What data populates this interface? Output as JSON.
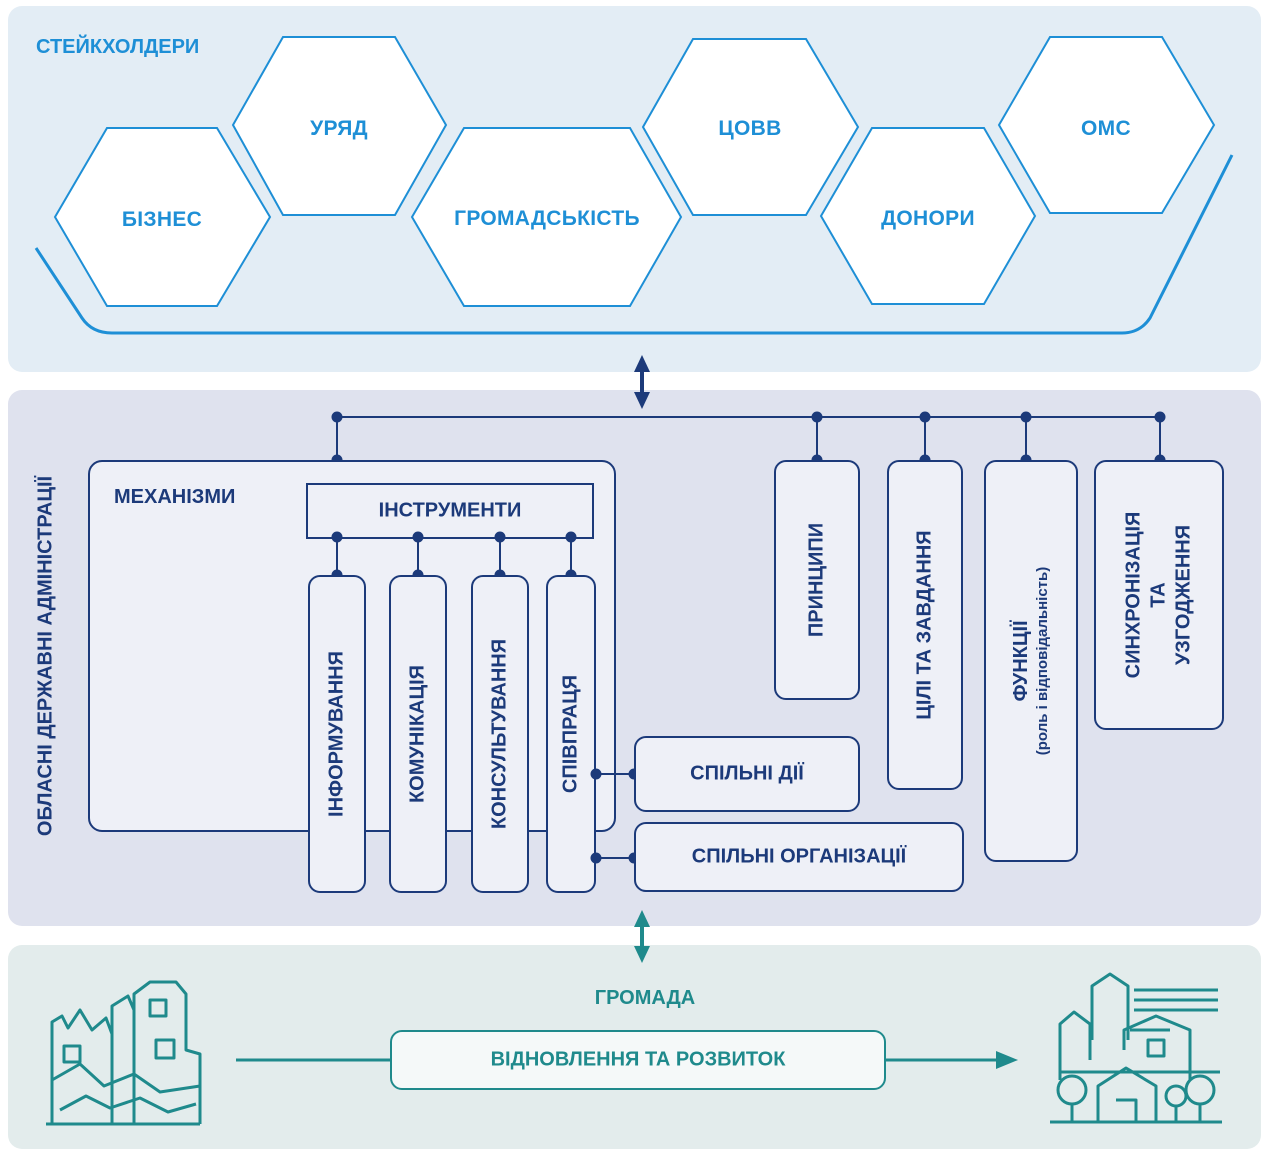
{
  "stakeholders": {
    "title": "СТЕЙКХОЛДЕРИ",
    "items": [
      "БІЗНЕС",
      "УРЯД",
      "ГРОМАДСЬКІСТЬ",
      "ЦОВВ",
      "ДОНОРИ",
      "ОМС"
    ]
  },
  "administration": {
    "side_label": "ОБЛАСНІ ДЕРЖАВНІ АДМІНІСТРАЦІЇ",
    "mechanisms": {
      "title": "МЕХАНІЗМИ",
      "tools_label": "ІНСТРУМЕНТИ",
      "tools": [
        "ІНФОРМУВАННЯ",
        "КОМУНІКАЦІЯ",
        "КОНСУЛЬТУВАННЯ",
        "СПІВПРАЦЯ"
      ],
      "joint": [
        "СПІЛЬНІ ДІЇ",
        "СПІЛЬНІ ОРГАНІЗАЦІЇ"
      ]
    },
    "pillars": {
      "principles": "ПРИНЦИПИ",
      "goals": "ЦІЛІ ТА ЗАВДАННЯ",
      "functions": "ФУНКЦІЇ",
      "functions_sub": "(роль і відповідальність)",
      "sync_line1": "СИНХРОНІЗАЦІЯ",
      "sync_line2": "ТА",
      "sync_line3": "УЗГОДЖЕННЯ"
    }
  },
  "community": {
    "title": "ГРОМАДА",
    "process": "ВІДНОВЛЕННЯ ТА РОЗВИТОК"
  },
  "colors": {
    "stakeholder_accent": "#1e8fd6",
    "administration_accent": "#1c3a7a",
    "community_accent": "#1f8a8c"
  }
}
